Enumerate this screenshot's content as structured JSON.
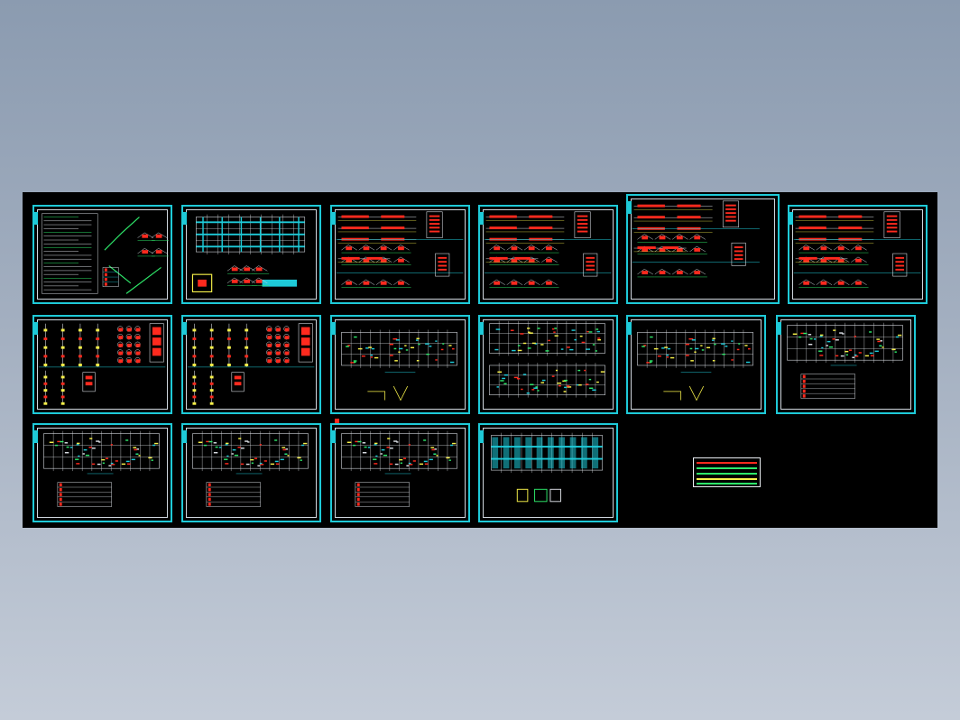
{
  "viewer": {
    "background_colors": [
      "#8b9bb0",
      "#c4ccd8"
    ],
    "canvas_color": "#000000",
    "frame_color": "#1ecad8"
  },
  "drawing_set": {
    "rows": [
      {
        "row": 1,
        "sheets": [
          {
            "id": "sheet-1",
            "kind": "notes-and-details"
          },
          {
            "id": "sheet-2",
            "kind": "framing-plan-with-details"
          },
          {
            "id": "sheet-3",
            "kind": "beam-details"
          },
          {
            "id": "sheet-4",
            "kind": "beam-details"
          },
          {
            "id": "sheet-5",
            "kind": "beam-details"
          },
          {
            "id": "sheet-6",
            "kind": "beam-details"
          }
        ]
      },
      {
        "row": 2,
        "sheets": [
          {
            "id": "sheet-7",
            "kind": "column-schedule"
          },
          {
            "id": "sheet-8",
            "kind": "column-schedule"
          },
          {
            "id": "sheet-9",
            "kind": "floor-plan"
          },
          {
            "id": "sheet-10",
            "kind": "floor-plan-double"
          },
          {
            "id": "sheet-11",
            "kind": "floor-plan"
          },
          {
            "id": "sheet-12",
            "kind": "floor-plan-with-table"
          }
        ]
      },
      {
        "row": 3,
        "sheets": [
          {
            "id": "sheet-13",
            "kind": "floor-plan-with-table"
          },
          {
            "id": "sheet-14",
            "kind": "floor-plan-with-table"
          },
          {
            "id": "sheet-15",
            "kind": "floor-plan-with-table"
          },
          {
            "id": "sheet-16",
            "kind": "foundation-plan"
          }
        ]
      }
    ],
    "title_block": {
      "kind": "legend-box",
      "colors": [
        "#ff2a1e",
        "#2ee86a",
        "#f6f04a"
      ]
    }
  }
}
